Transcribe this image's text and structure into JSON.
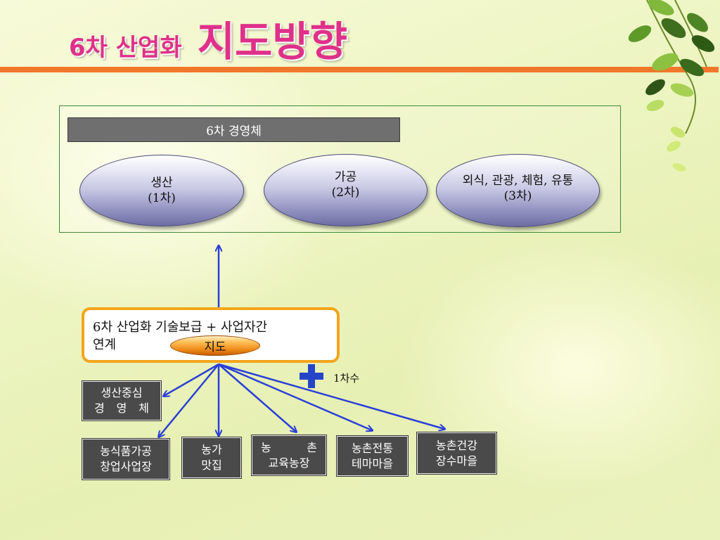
{
  "title": {
    "main": "6차 산업화",
    "sub": "지도방향"
  },
  "top_panel": {
    "header": "6차 경영체",
    "stages": [
      {
        "line1": "생산",
        "line2": "(1차)"
      },
      {
        "line1": "가공",
        "line2": "(2차)"
      },
      {
        "line1": "외식, 관광, 체험, 유통",
        "line2": "(3차)"
      }
    ]
  },
  "center_box": {
    "text_line1": "6차 산업화 기술보급 +  사업자간",
    "text_line2": "연계",
    "pill": "지도"
  },
  "plus_label": "1차수",
  "outcomes": {
    "a": {
      "line1": "생산중심",
      "line2_chars": [
        "경",
        "영",
        "체"
      ]
    },
    "b": {
      "line1": "농식품가공",
      "line2": "창업사업장"
    },
    "c": {
      "line1": "농가",
      "line2": "맛집"
    },
    "d": {
      "line1_chars": [
        "농",
        "촌"
      ],
      "line2": "교육농장"
    },
    "e": {
      "line1": "농촌전통",
      "line2": "테마마을"
    },
    "f": {
      "line1": "농촌건강",
      "line2": "장수마을"
    }
  },
  "colors": {
    "title": "#e0308a",
    "rule": "#f0782a",
    "arrow": "#2a3fd8",
    "frame": "#3e8a3a",
    "center_border": "#f3a51c",
    "dark_box": "#4a4a4a"
  }
}
